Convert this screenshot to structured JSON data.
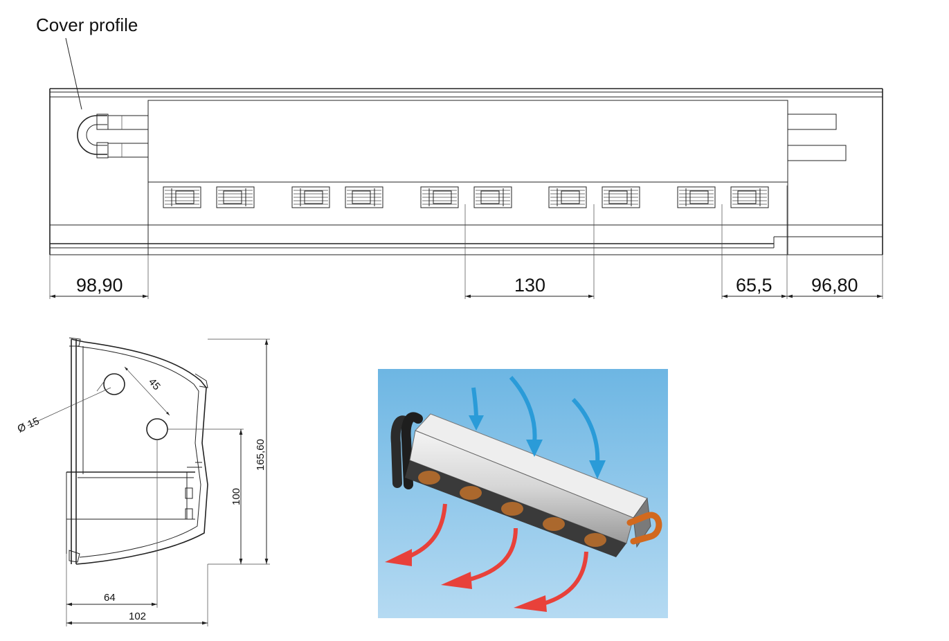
{
  "callout": {
    "cover_profile": "Cover profile"
  },
  "top_view": {
    "dim_left": "98,90",
    "dim_pitch": "130",
    "dim_half_pitch": "65,5",
    "dim_right": "96,80"
  },
  "section_view": {
    "dim_diameter": "Ø 15",
    "dim_tube_spacing": "45",
    "dim_total_height": "165,60",
    "dim_lower_height": "100",
    "dim_tube_offset": "64",
    "dim_total_depth": "102"
  },
  "airflow_render": {
    "colors": {
      "background": "#8ec7ea",
      "inflow": "#2a9bd8",
      "outflow": "#e8413a",
      "copper": "#d2691e"
    }
  }
}
